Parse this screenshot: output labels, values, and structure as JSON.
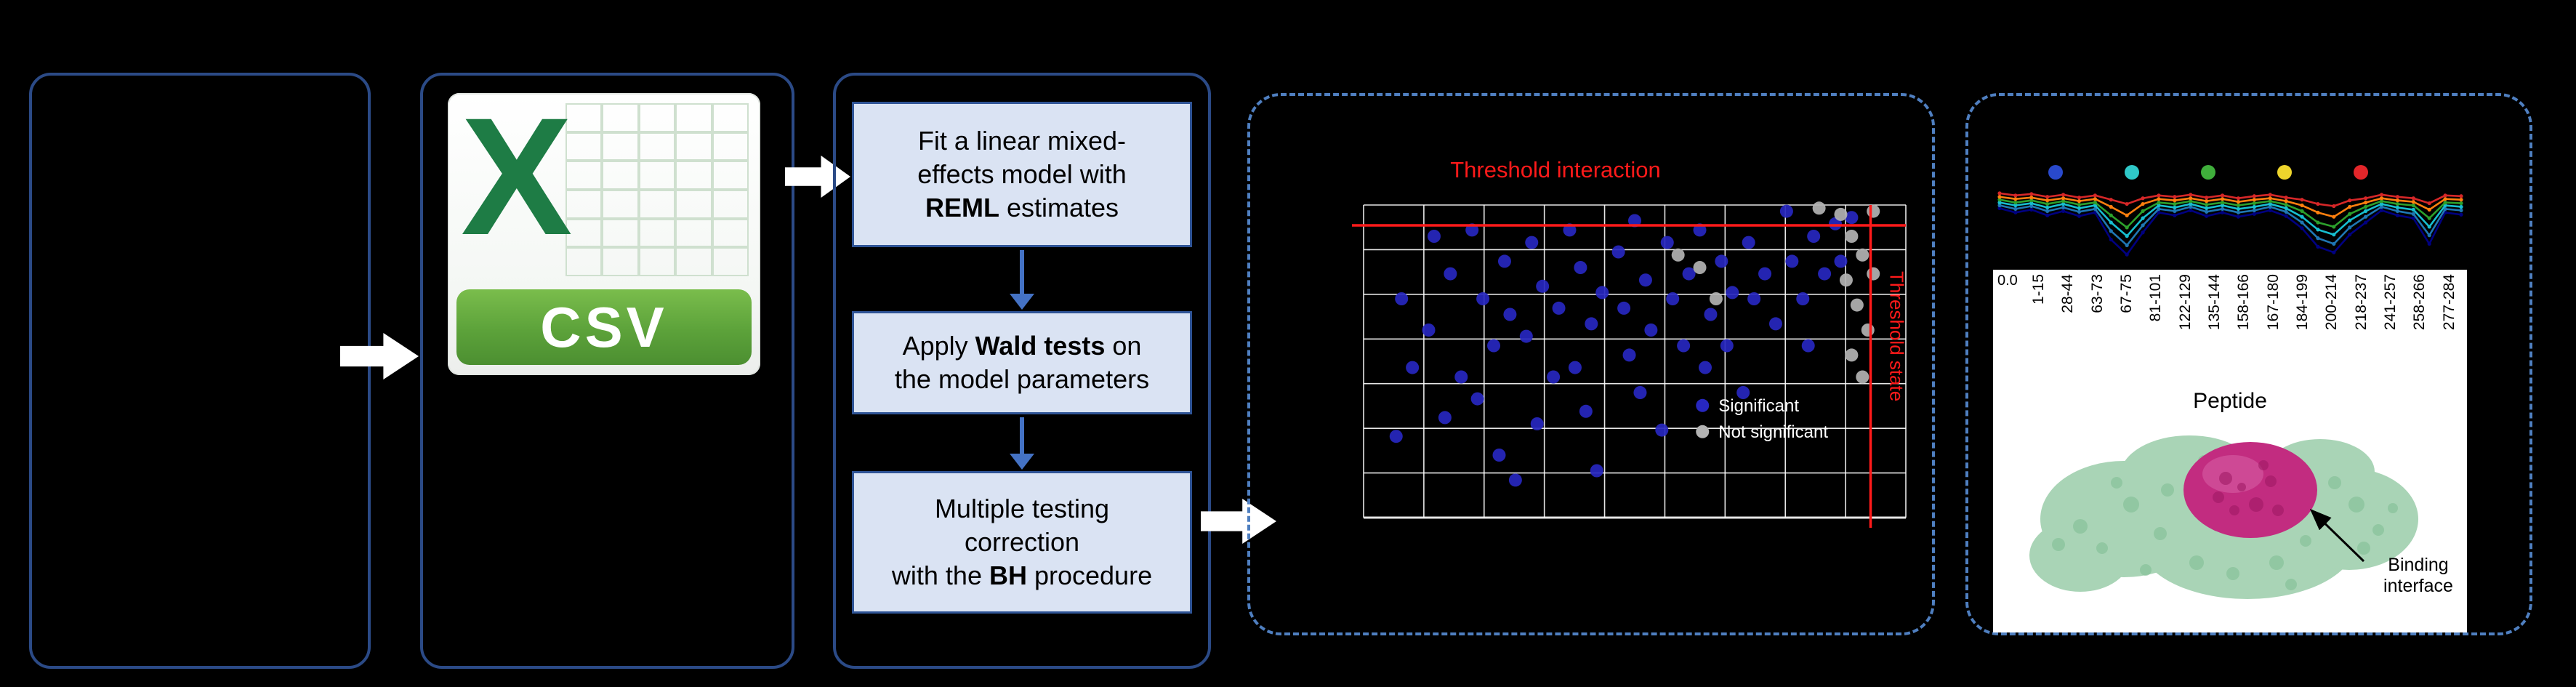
{
  "workflow": {
    "steps": [
      {
        "pre": "Fit a linear mixed-\neffects model with\n",
        "bold": "REML",
        "post": " estimates"
      },
      {
        "pre": "Apply ",
        "bold": "Wald tests",
        "post": " on\nthe model parameters"
      },
      {
        "pre": "Multiple testing\ncorrection\nwith the ",
        "bold": "BH",
        "post": " procedure"
      }
    ]
  },
  "csv_icon": {
    "letter": "X",
    "label": "CSV"
  },
  "structure": {
    "binding_label": "Binding interface"
  },
  "chart_data": [
    {
      "type": "scatter",
      "name": "interaction-threshold-plot",
      "threshold_h": {
        "label": "Threshold interaction",
        "y": 0.065,
        "color": "#FF1A1A"
      },
      "threshold_v": {
        "label": "Threshold state",
        "x": 0.935,
        "color": "#FF1A1A"
      },
      "grid": {
        "cols": 9,
        "rows": 7,
        "color": "#FFFFFF"
      },
      "series": [
        {
          "name": "Significant",
          "color": "#2727C0",
          "points": [
            [
              0.07,
              0.3
            ],
            [
              0.09,
              0.52
            ],
            [
              0.06,
              0.74
            ],
            [
              0.13,
              0.1
            ],
            [
              0.16,
              0.22
            ],
            [
              0.12,
              0.4
            ],
            [
              0.18,
              0.55
            ],
            [
              0.15,
              0.68
            ],
            [
              0.2,
              0.08
            ],
            [
              0.22,
              0.3
            ],
            [
              0.24,
              0.45
            ],
            [
              0.21,
              0.62
            ],
            [
              0.26,
              0.18
            ],
            [
              0.27,
              0.35
            ],
            [
              0.25,
              0.8
            ],
            [
              0.28,
              0.88
            ],
            [
              0.31,
              0.12
            ],
            [
              0.33,
              0.26
            ],
            [
              0.3,
              0.42
            ],
            [
              0.35,
              0.55
            ],
            [
              0.32,
              0.7
            ],
            [
              0.36,
              0.33
            ],
            [
              0.38,
              0.08
            ],
            [
              0.4,
              0.2
            ],
            [
              0.42,
              0.38
            ],
            [
              0.39,
              0.52
            ],
            [
              0.44,
              0.28
            ],
            [
              0.41,
              0.66
            ],
            [
              0.43,
              0.85
            ],
            [
              0.47,
              0.15
            ],
            [
              0.48,
              0.33
            ],
            [
              0.5,
              0.05
            ],
            [
              0.52,
              0.24
            ],
            [
              0.49,
              0.48
            ],
            [
              0.53,
              0.4
            ],
            [
              0.51,
              0.6
            ],
            [
              0.56,
              0.12
            ],
            [
              0.57,
              0.3
            ],
            [
              0.59,
              0.45
            ],
            [
              0.55,
              0.72
            ],
            [
              0.6,
              0.22
            ],
            [
              0.62,
              0.08
            ],
            [
              0.64,
              0.35
            ],
            [
              0.66,
              0.18
            ],
            [
              0.63,
              0.52
            ],
            [
              0.68,
              0.28
            ],
            [
              0.67,
              0.45
            ],
            [
              0.71,
              0.12
            ],
            [
              0.72,
              0.3
            ],
            [
              0.74,
              0.22
            ],
            [
              0.7,
              0.6
            ],
            [
              0.76,
              0.38
            ],
            [
              0.78,
              0.02
            ],
            [
              0.79,
              0.18
            ],
            [
              0.81,
              0.3
            ],
            [
              0.83,
              0.1
            ],
            [
              0.85,
              0.22
            ],
            [
              0.82,
              0.45
            ],
            [
              0.87,
              0.06
            ],
            [
              0.9,
              0.04
            ],
            [
              0.88,
              0.18
            ]
          ]
        },
        {
          "name": "Not significant",
          "color": "#B3B3B3",
          "points": [
            [
              0.84,
              0.01
            ],
            [
              0.88,
              0.03
            ],
            [
              0.94,
              0.02
            ],
            [
              0.9,
              0.1
            ],
            [
              0.92,
              0.16
            ],
            [
              0.89,
              0.24
            ],
            [
              0.91,
              0.32
            ],
            [
              0.93,
              0.4
            ],
            [
              0.9,
              0.48
            ],
            [
              0.92,
              0.55
            ],
            [
              0.94,
              0.22
            ],
            [
              0.62,
              0.2
            ],
            [
              0.65,
              0.3
            ],
            [
              0.58,
              0.16
            ]
          ]
        }
      ],
      "legend": [
        {
          "label": "Significant",
          "color": "#2727C0"
        },
        {
          "label": "Not significant",
          "color": "#B3B3B3"
        }
      ]
    },
    {
      "type": "line",
      "name": "deuterium-uptake-per-peptide",
      "timepoint_colors": [
        "#2949CC",
        "#2FC8C8",
        "#3FAE3B",
        "#EED52C",
        "#E3262A"
      ],
      "ylim": [
        0,
        1
      ],
      "series": [
        {
          "name": "navy",
          "color": "#000080",
          "values": [
            0.72,
            0.66,
            0.7,
            0.62,
            0.68,
            0.61,
            0.66,
            0.28,
            0.07,
            0.38,
            0.66,
            0.62,
            0.69,
            0.61,
            0.66,
            0.6,
            0.64,
            0.69,
            0.61,
            0.44,
            0.18,
            0.1,
            0.35,
            0.52,
            0.69,
            0.62,
            0.58,
            0.22,
            0.66,
            0.63
          ]
        },
        {
          "name": "blue",
          "color": "#1F77B4",
          "values": [
            0.76,
            0.71,
            0.75,
            0.68,
            0.73,
            0.67,
            0.71,
            0.4,
            0.2,
            0.48,
            0.71,
            0.68,
            0.74,
            0.67,
            0.71,
            0.66,
            0.69,
            0.74,
            0.67,
            0.52,
            0.3,
            0.22,
            0.45,
            0.6,
            0.74,
            0.68,
            0.64,
            0.34,
            0.71,
            0.69
          ]
        },
        {
          "name": "cyan",
          "color": "#17BECF",
          "values": [
            0.8,
            0.76,
            0.79,
            0.73,
            0.78,
            0.72,
            0.76,
            0.52,
            0.33,
            0.58,
            0.76,
            0.73,
            0.78,
            0.72,
            0.76,
            0.71,
            0.74,
            0.78,
            0.72,
            0.6,
            0.42,
            0.35,
            0.55,
            0.68,
            0.78,
            0.73,
            0.7,
            0.46,
            0.76,
            0.74
          ]
        },
        {
          "name": "green",
          "color": "#2CA02C",
          "values": [
            0.84,
            0.8,
            0.83,
            0.78,
            0.82,
            0.77,
            0.8,
            0.62,
            0.45,
            0.68,
            0.8,
            0.78,
            0.82,
            0.77,
            0.8,
            0.76,
            0.79,
            0.82,
            0.77,
            0.68,
            0.52,
            0.46,
            0.64,
            0.74,
            0.82,
            0.78,
            0.76,
            0.58,
            0.8,
            0.79
          ]
        },
        {
          "name": "orange",
          "color": "#FF7F0E",
          "values": [
            0.88,
            0.85,
            0.87,
            0.83,
            0.86,
            0.82,
            0.85,
            0.74,
            0.62,
            0.78,
            0.85,
            0.83,
            0.86,
            0.82,
            0.85,
            0.81,
            0.84,
            0.86,
            0.82,
            0.76,
            0.66,
            0.6,
            0.74,
            0.8,
            0.86,
            0.83,
            0.81,
            0.7,
            0.85,
            0.84
          ]
        },
        {
          "name": "red",
          "color": "#D62728",
          "values": [
            0.93,
            0.9,
            0.92,
            0.88,
            0.91,
            0.87,
            0.9,
            0.84,
            0.78,
            0.86,
            0.9,
            0.88,
            0.91,
            0.87,
            0.9,
            0.86,
            0.89,
            0.91,
            0.87,
            0.84,
            0.78,
            0.75,
            0.83,
            0.86,
            0.91,
            0.88,
            0.86,
            0.79,
            0.9,
            0.89
          ]
        }
      ]
    },
    {
      "type": "table",
      "name": "peptide-axis",
      "tick": "0.0",
      "axis_label": "Peptide",
      "labels": [
        "1-15",
        "28-44",
        "63-73",
        "67-75",
        "81-101",
        "122-129",
        "135-144",
        "158-166",
        "167-180",
        "184-199",
        "200-214",
        "218-237",
        "241-257",
        "258-266",
        "277-284"
      ]
    }
  ]
}
